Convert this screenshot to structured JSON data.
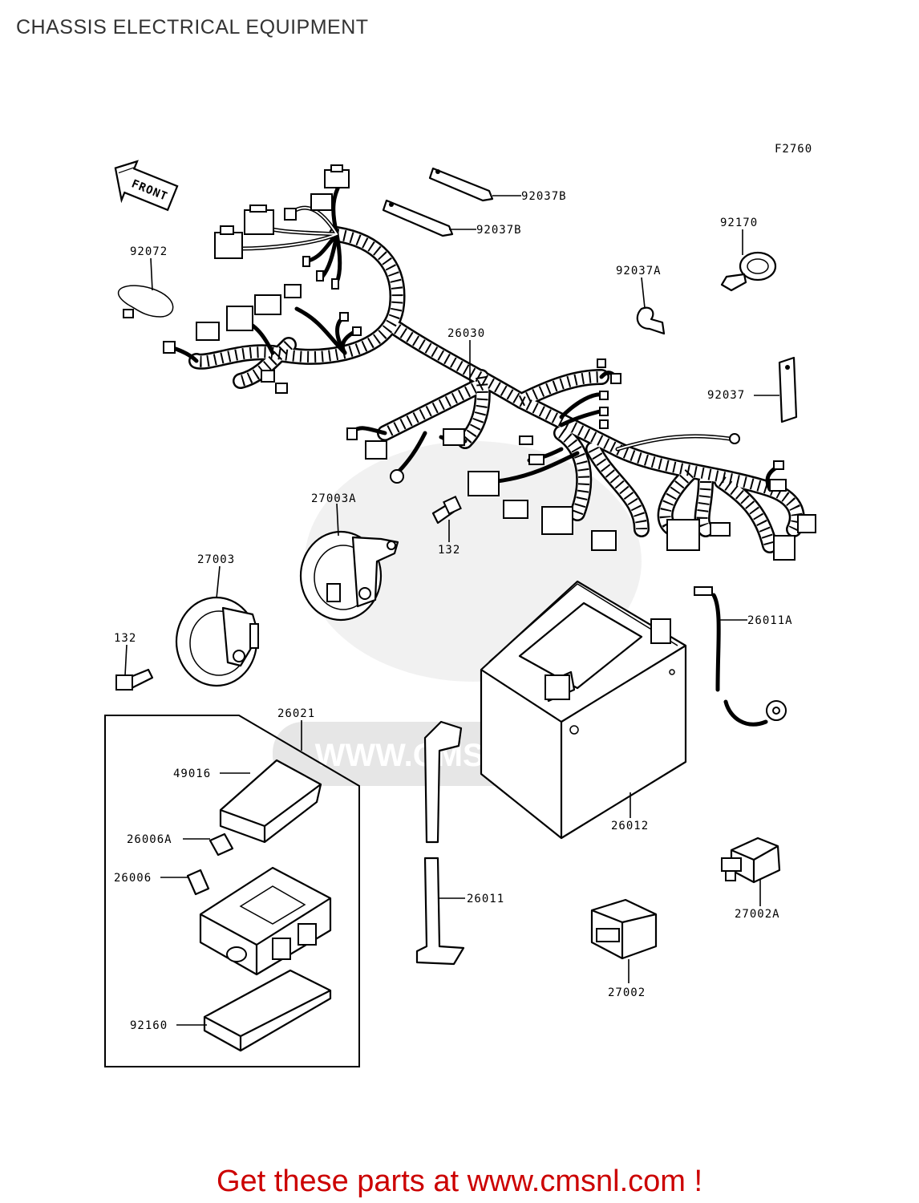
{
  "title": "CHASSIS ELECTRICAL EQUIPMENT",
  "figure_code": "F2760",
  "front_marker": "FRONT",
  "watermark": "WWW.CMSNL.COM",
  "footer": "Get these parts at www.cmsnl.com !",
  "callouts": [
    {
      "id": "92037B-upper",
      "text": "92037B"
    },
    {
      "id": "92037B-lower",
      "text": "92037B"
    },
    {
      "id": "92072",
      "text": "92072"
    },
    {
      "id": "92170",
      "text": "92170"
    },
    {
      "id": "92037A",
      "text": "92037A"
    },
    {
      "id": "26030",
      "text": "26030"
    },
    {
      "id": "92037",
      "text": "92037"
    },
    {
      "id": "27003A",
      "text": "27003A"
    },
    {
      "id": "132-upper",
      "text": "132"
    },
    {
      "id": "27003",
      "text": "27003"
    },
    {
      "id": "132-lower",
      "text": "132"
    },
    {
      "id": "26011A",
      "text": "26011A"
    },
    {
      "id": "26021",
      "text": "26021"
    },
    {
      "id": "49016",
      "text": "49016"
    },
    {
      "id": "26006A",
      "text": "26006A"
    },
    {
      "id": "26006",
      "text": "26006"
    },
    {
      "id": "26012",
      "text": "26012"
    },
    {
      "id": "26011",
      "text": "26011"
    },
    {
      "id": "27002A",
      "text": "27002A"
    },
    {
      "id": "27002",
      "text": "27002"
    },
    {
      "id": "92160",
      "text": "92160"
    }
  ]
}
